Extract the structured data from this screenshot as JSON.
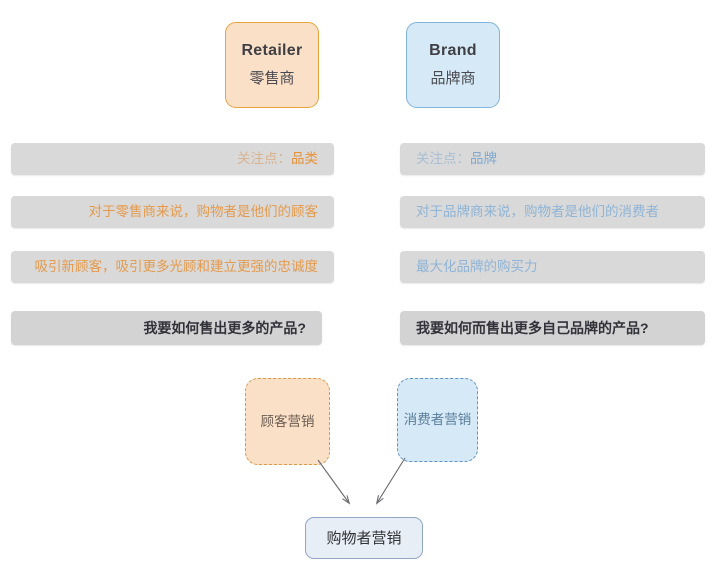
{
  "diagram": {
    "title": "Retailer vs Brand shopper marketing comparison",
    "colors": {
      "orange_fill": "#fbe0c8",
      "orange_border": "#e8a33d",
      "orange_text": "#e8913a",
      "blue_fill": "#d6e9f6",
      "blue_border": "#7fb4dc",
      "blue_text": "#7fa8cf",
      "bar_bg": "#d9d9d9",
      "result_fill": "#e8eef6",
      "result_border": "#8fa6c4"
    },
    "header": {
      "left": {
        "en": "Retailer",
        "cn": "零售商"
      },
      "right": {
        "en": "Brand",
        "cn": "品牌商"
      }
    },
    "rows": [
      {
        "left_prefix": "关注点：",
        "left_value": "品类",
        "right_prefix": "关注点：",
        "right_value": "品牌"
      },
      {
        "left": "对于零售商来说，购物者是他们的顾客",
        "right": "对于品牌商来说，购物者是他们的消费者"
      },
      {
        "left": "吸引新顾客，吸引更多光顾和建立更强的忠诚度",
        "right": "最大化品牌的购买力"
      },
      {
        "left": "我要如何售出更多的产品?",
        "right": "我要如何而售出更多自己品牌的产品?"
      }
    ],
    "outcomes": {
      "left": "顾客营销",
      "right": "消费者营销",
      "result": "购物者营销"
    }
  }
}
